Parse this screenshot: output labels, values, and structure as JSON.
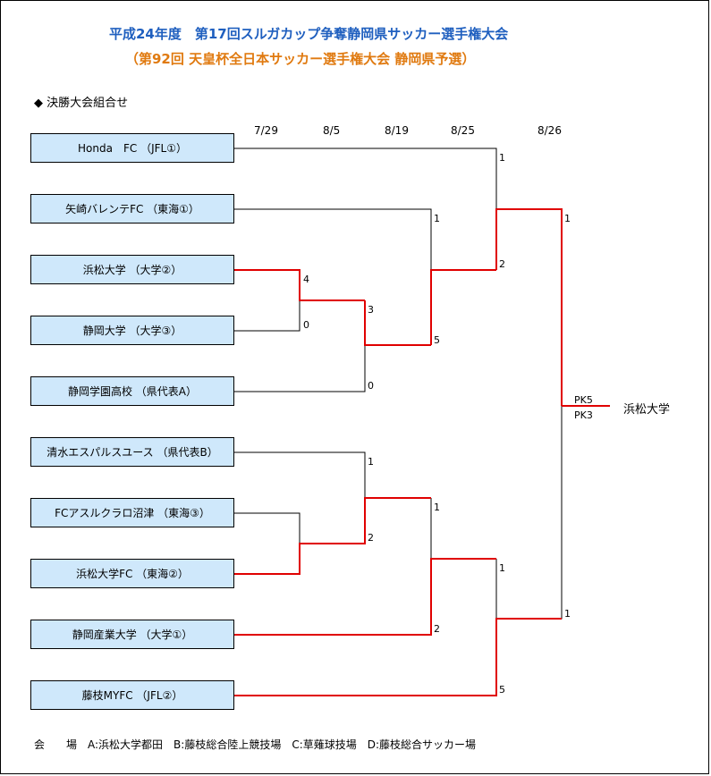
{
  "title": {
    "line1": "平成24年度　第17回スルガカップ争奪静岡県サッカー選手権大会",
    "line2": "（第92回 天皇杯全日本サッカー選手権大会 静岡県予選）"
  },
  "section_label": "◆ 決勝大会組合せ",
  "dates": [
    "7/29",
    "8/5",
    "8/19",
    "8/25",
    "8/26"
  ],
  "teams": [
    "Honda　FC （JFL①）",
    "矢崎バレンテFC （東海①）",
    "浜松大学 （大学②）",
    "静岡大学 （大学③）",
    "静岡学園高校 （県代表A）",
    "清水エスパルスユース （県代表B）",
    "FCアスルクラロ沼津 （東海③）",
    "浜松大学FC （東海②）",
    "静岡産業大学 （大学①）",
    "藤枝MYFC （JFL②）"
  ],
  "scores": {
    "r1a_hamamatsu": "4",
    "r1a_shizuoka": "0",
    "r2a_winner": "3",
    "r2a_gakuen": "0",
    "r3a_yazaki": "1",
    "r3a_winner": "5",
    "sfa_honda": "1",
    "sfa_winner": "2",
    "r1b_s_pulse": "1",
    "r1b_winner": "2",
    "r2b_winner": "1",
    "r2b_sangyo": "2",
    "sfb_winner": "1",
    "sfb_fujieda": "5",
    "final_top": "1",
    "final_bottom": "1"
  },
  "pk": {
    "top": "PK5",
    "bottom": "PK3"
  },
  "champion": "浜松大学",
  "venue": "会　　場　A:浜松大学都田　B:藤枝総合陸上競技場　C:草薙球技場　D:藤枝総合サッカー場",
  "colors": {
    "team_box": "#cfe8fb",
    "winner_line": "#e00000",
    "title1": "#1f5fbf",
    "title2": "#e07a10"
  }
}
